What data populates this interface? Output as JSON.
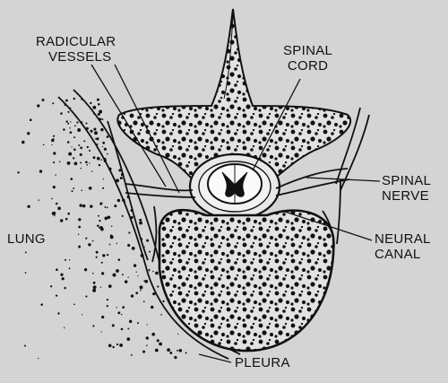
{
  "labels": {
    "radicular_vessels": [
      "RADICULAR",
      "VESSELS"
    ],
    "spinal_cord": [
      "SPINAL",
      "CORD"
    ],
    "spinal_nerve": [
      "SPINAL",
      "NERVE"
    ],
    "neural_canal": [
      "NEURAL",
      "CANAL"
    ],
    "lung": "LUNG",
    "pleura": "PLEURA"
  },
  "colors": {
    "background": "#d4d4d4",
    "ink": "#111111"
  }
}
